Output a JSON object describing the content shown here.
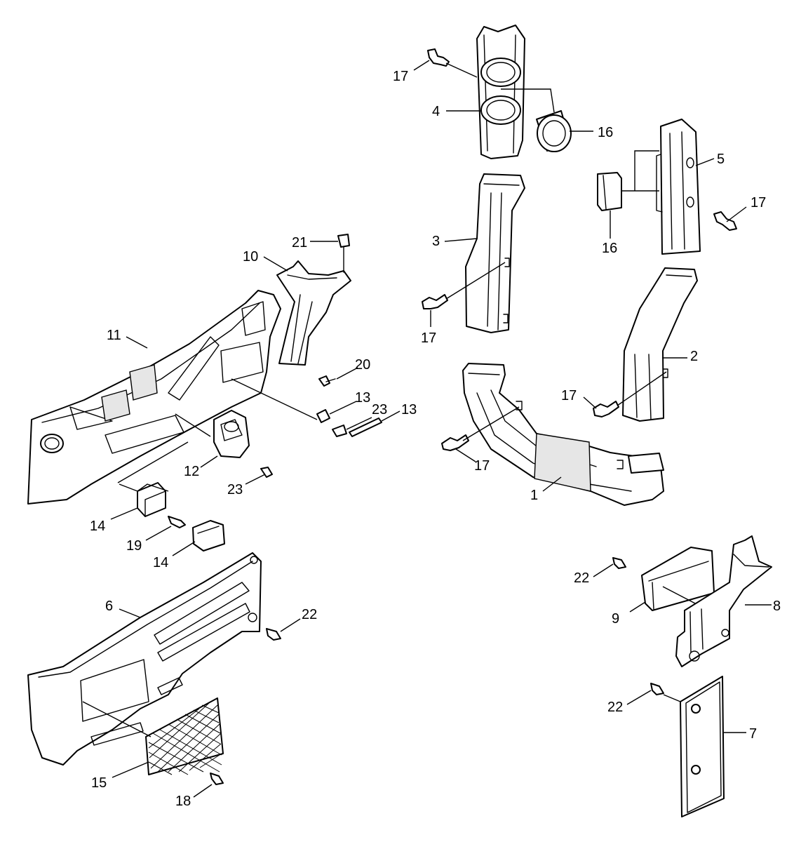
{
  "callouts": {
    "c1": "1",
    "c2": "2",
    "c3": "3",
    "c4": "4",
    "c5": "5",
    "c6": "6",
    "c7": "7",
    "c8": "8",
    "c9": "9",
    "c10": "10",
    "c11": "11",
    "c12": "12",
    "c13a": "13",
    "c13b": "13",
    "c14a": "14",
    "c14b": "14",
    "c15": "15",
    "c16a": "16",
    "c16b": "16",
    "c17a": "17",
    "c17b": "17",
    "c17c": "17",
    "c17d": "17",
    "c17e": "17",
    "c18": "18",
    "c19": "19",
    "c20": "20",
    "c21": "21",
    "c22a": "22",
    "c22b": "22",
    "c22c": "22",
    "c23a": "23",
    "c23b": "23"
  }
}
